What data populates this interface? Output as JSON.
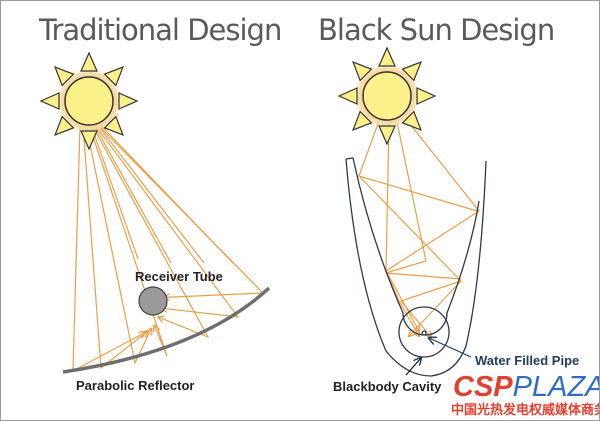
{
  "titles": {
    "left": "Traditional Design",
    "right": "Black Sun Design"
  },
  "labels": {
    "receiver_tube": "Receiver Tube",
    "parabolic_reflector": "Parabolic Reflector",
    "water_filled_pipe": "Water Filled Pipe",
    "blackbody_cavity": "Blackbody Cavity"
  },
  "logo": {
    "part1": "CSP",
    "part2": "PLAZA",
    "tagline": "中国光热发电权威媒体商务平台"
  },
  "colors": {
    "ray": "#e8a048",
    "sun": "#fbf08a",
    "reflector": "#6e6e6e",
    "tube": "#9a9a9a",
    "trough": "#2e3a4a"
  }
}
